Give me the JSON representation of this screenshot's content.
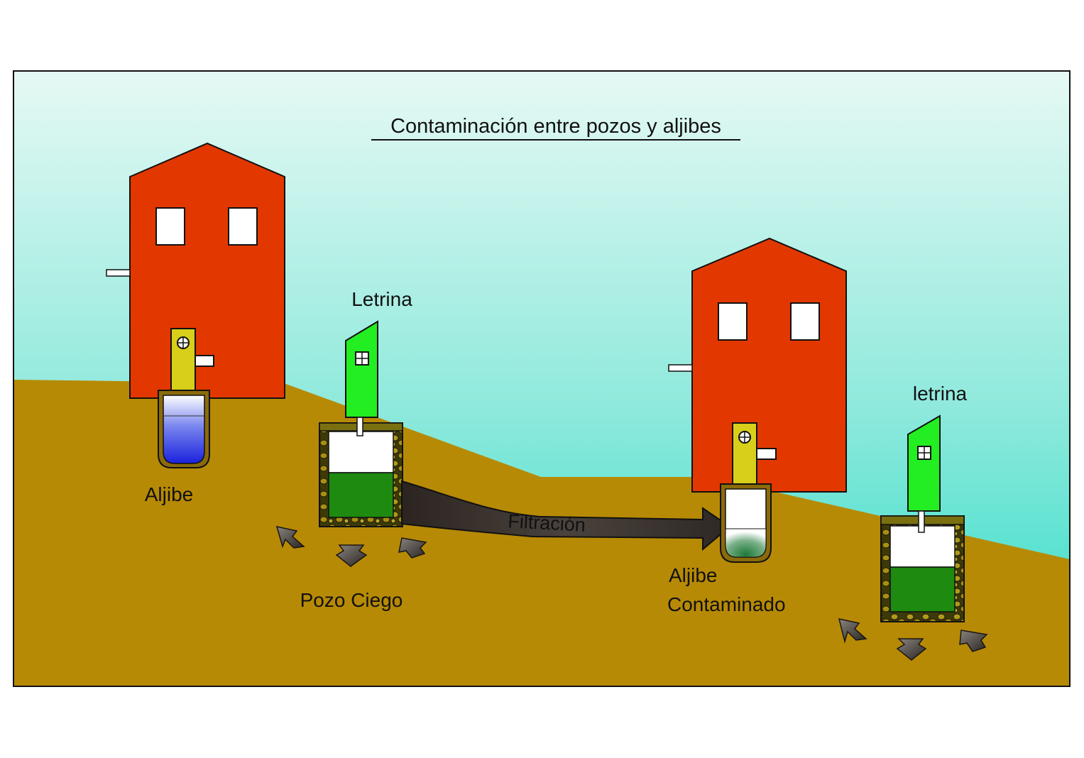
{
  "title": "Contaminación entre pozos y aljibes",
  "labels": {
    "letrina_left": "Letrina",
    "letrina_right": "letrina",
    "aljibe": "Aljibe",
    "pozo_ciego": "Pozo Ciego",
    "filtracion": "Filtración",
    "aljibe_contaminado_line1": "Aljibe",
    "aljibe_contaminado_line2": "Contaminado"
  },
  "colors": {
    "sky_top": "#e6f9f4",
    "sky_bottom": "#2ddcc7",
    "ground": "#b78a05",
    "house": "#e23800",
    "latrine": "#22ee22",
    "sewage": "#1e8a10",
    "clean_water": "#1a22dd",
    "pipe_yellow": "#d8cf1a",
    "filtration_arrow": "#3a3430"
  }
}
